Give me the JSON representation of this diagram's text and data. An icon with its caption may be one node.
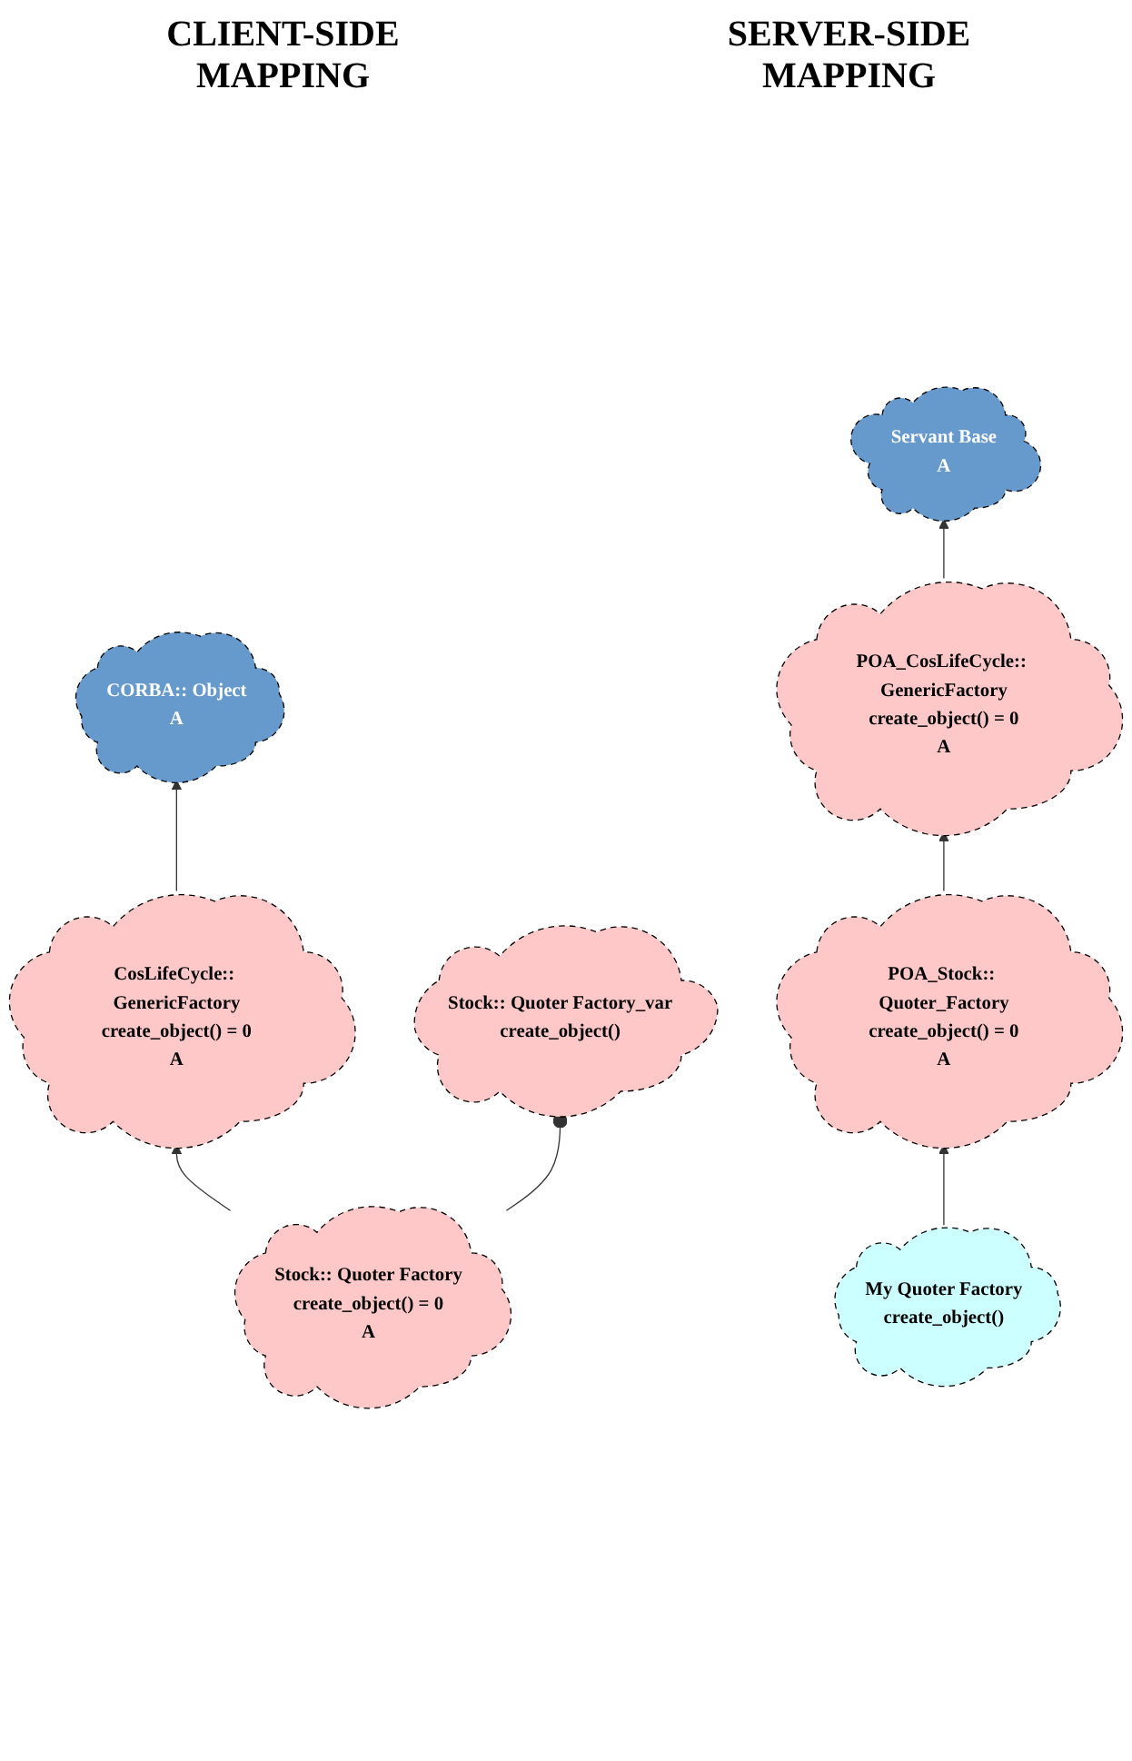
{
  "diagram": {
    "nodes": [
      {
        "text": [
          "CORBA:: Object",
          "A"
        ]
      },
      {
        "text": [
          "CosLifeCycle:: GenericFactory",
          "create_object() = 0",
          "A"
        ]
      },
      {
        "text": [
          "Stock:: Quoter Factory",
          "create_object() = 0",
          "A"
        ]
      },
      {
        "text": [
          "Stock:: Quoter Factory_var",
          "create_object()"
        ]
      },
      {
        "text": [
          "Servant Base",
          "A"
        ]
      },
      {
        "text": [
          "POA_CosLifeCycle:: GenericFactory",
          "create_object() = 0",
          "A"
        ]
      },
      {
        "text": [
          "POA_Stock:: Quoter_Factory",
          "create_object() = 0",
          "A"
        ]
      },
      {
        "text": [
          "My Quoter Factory",
          "create_object()"
        ]
      }
    ],
    "edges": [
      {
        "from": 1,
        "to": 0,
        "arrow": "to"
      },
      {
        "from": 2,
        "to": 1,
        "arrow": "to"
      },
      {
        "from": 2,
        "to": 3,
        "arrow": "other"
      },
      {
        "from": 5,
        "to": 4,
        "arrow": "to"
      },
      {
        "from": 6,
        "to": 5,
        "arrow": "to"
      },
      {
        "from": 7,
        "to": 6,
        "arrow": "to"
      }
    ],
    "labels": [
      "CLIENT-SIDE MAPPING",
      "SERVER-SIDE MAPPING"
    ]
  }
}
